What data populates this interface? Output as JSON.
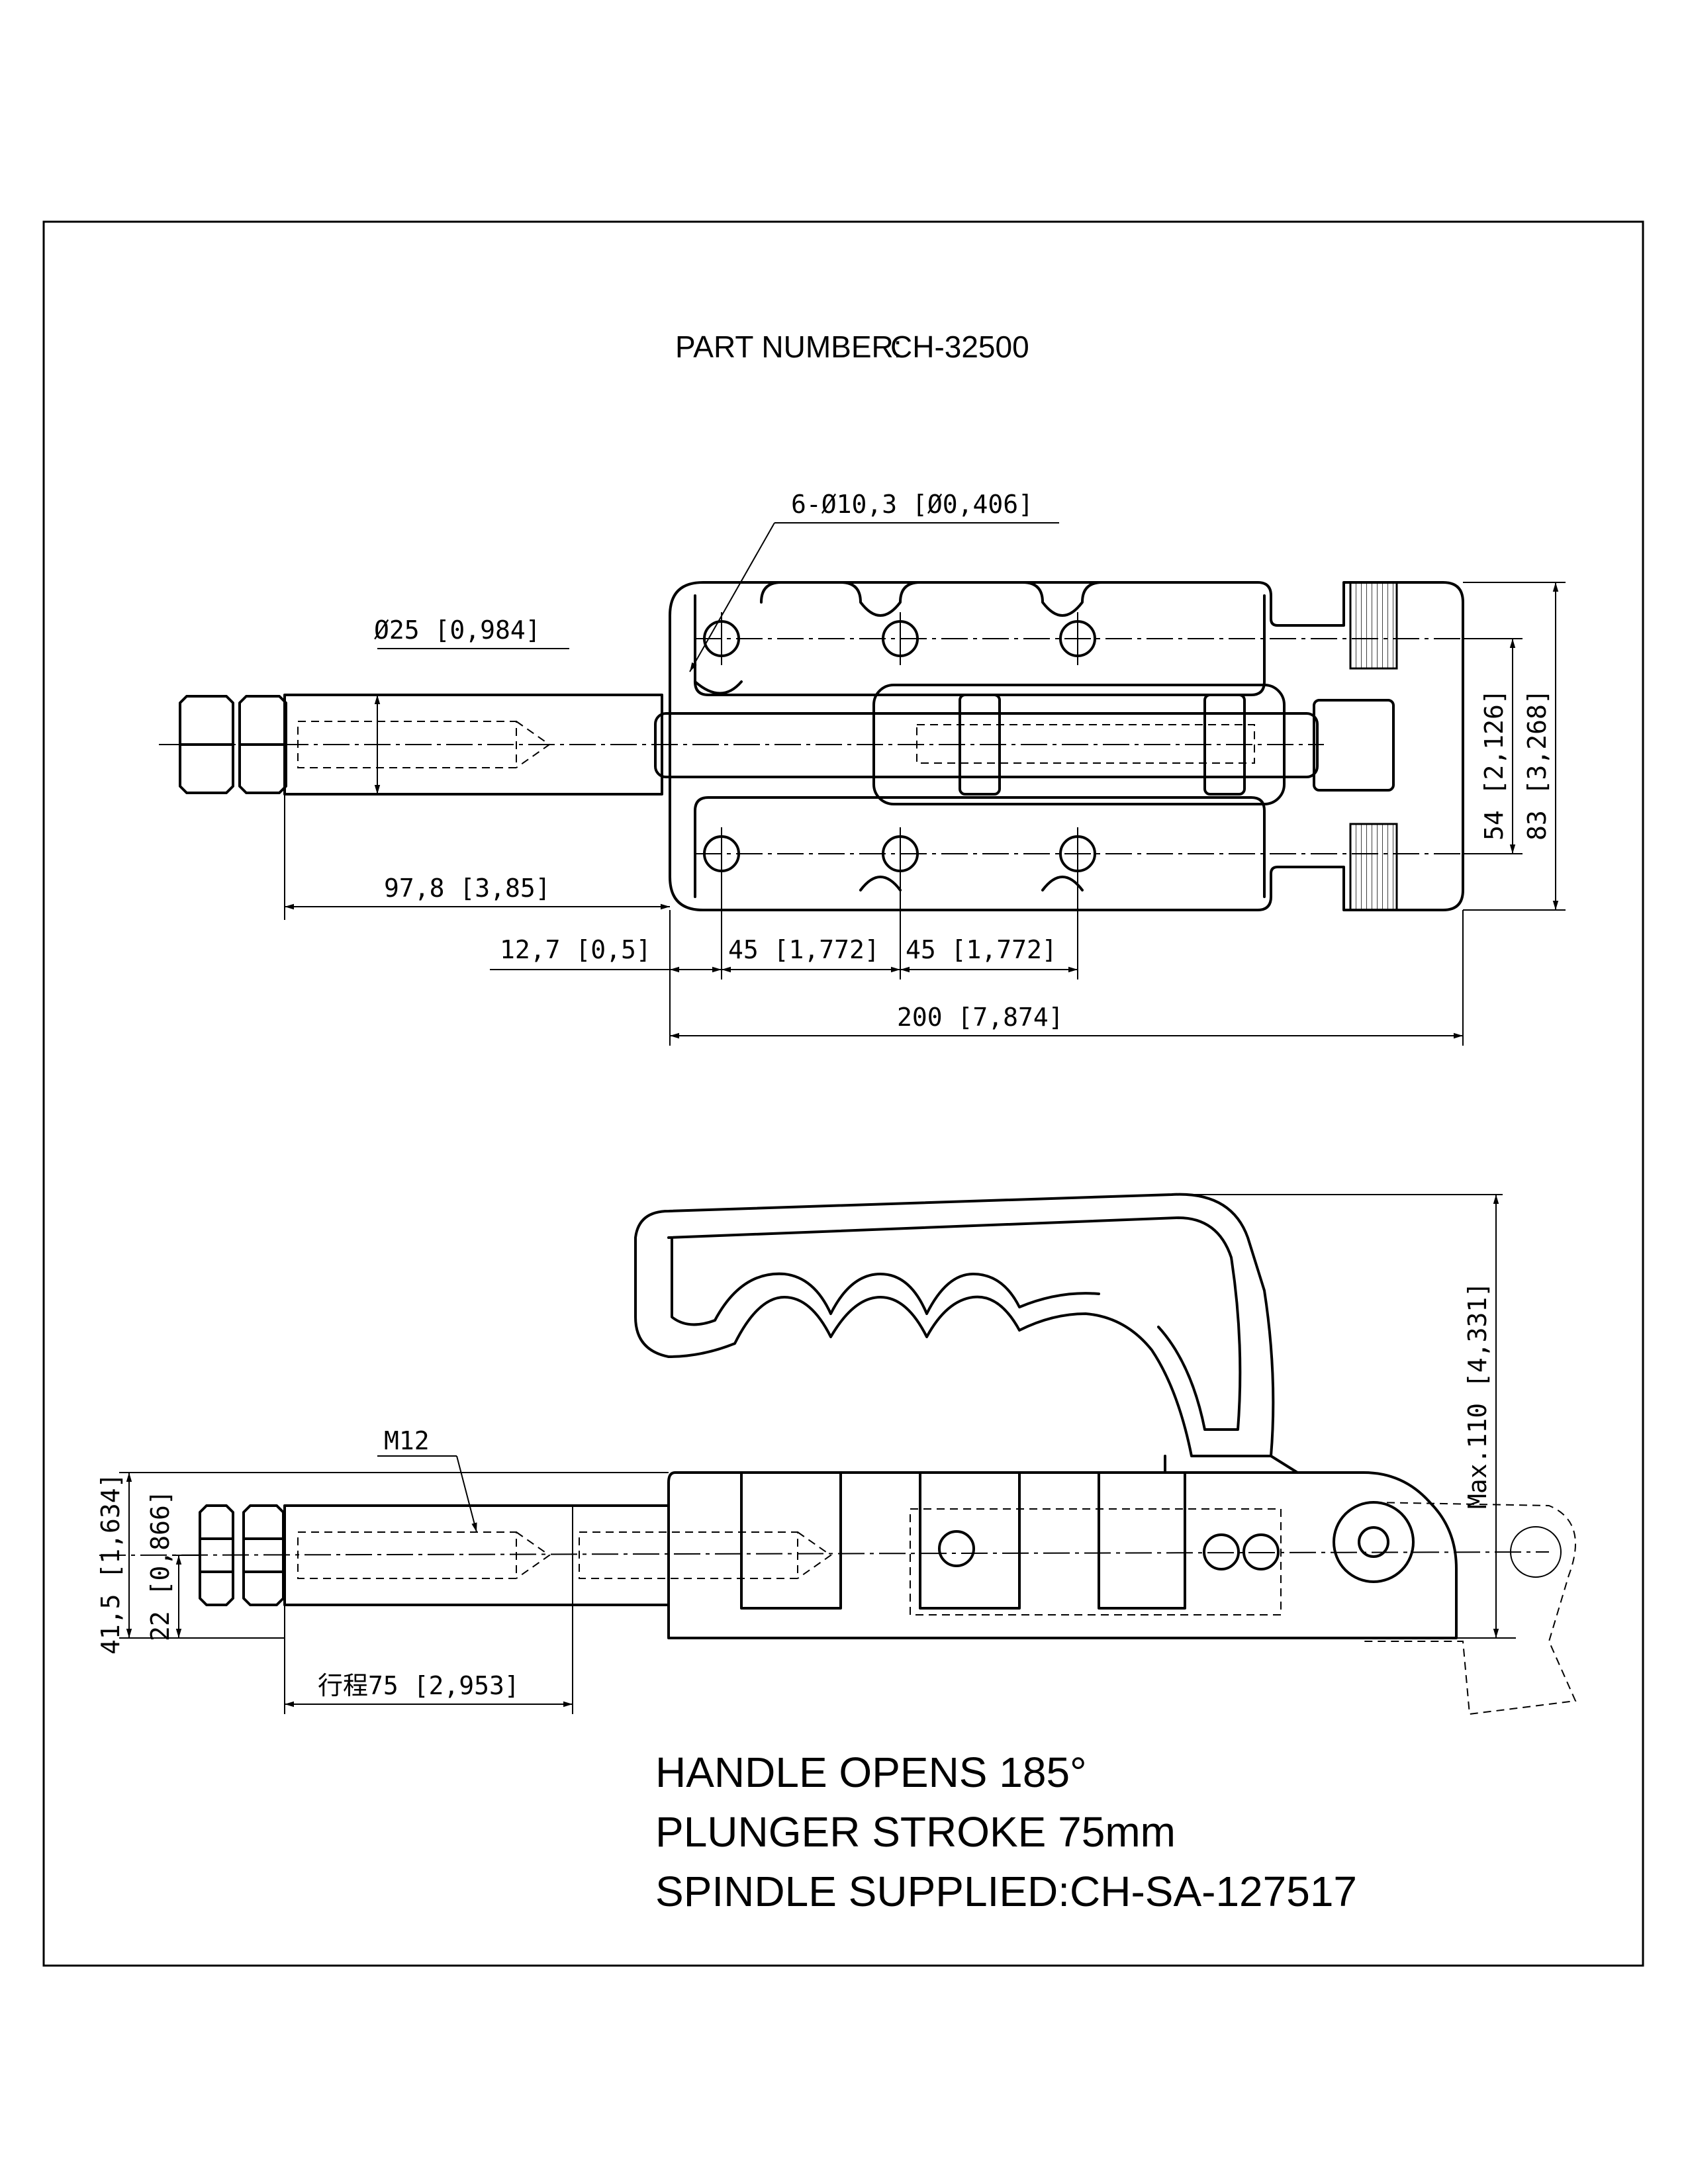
{
  "title": {
    "label": "PART NUMBER:",
    "value": "CH-32500"
  },
  "top_view": {
    "holes": "6-Ø10,3 [Ø0,406]",
    "rod_diameter": "Ø25 [0,984]",
    "len_rod": "97,8 [3,85]",
    "offset": "12,7 [0,5]",
    "pitch_1": "45 [1,772]",
    "pitch_2": "45 [1,772]",
    "overall_length": "200 [7,874]",
    "inner_height": "54 [2,126]",
    "overall_height": "83 [3,268]"
  },
  "side_view": {
    "thread": "M12",
    "max_height": "Max.110 [4,331]",
    "height_total": "41,5 [1,634]",
    "height_center": "22 [0,866]",
    "stroke": "行程75 [2,953]"
  },
  "notes": [
    "HANDLE OPENS 185°",
    "PLUNGER STROKE   75mm",
    "SPINDLE SUPPLIED:CH-SA-127517"
  ]
}
